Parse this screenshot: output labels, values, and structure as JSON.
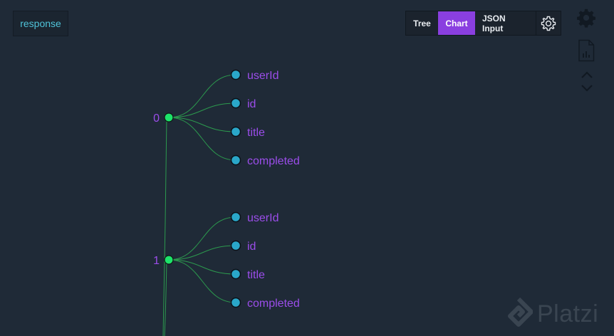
{
  "response_tag": {
    "label": "response"
  },
  "view_toggle": {
    "tree_label": "Tree",
    "chart_label": "Chart",
    "json_label": "JSON Input",
    "active": "Chart"
  },
  "side_icons": [
    "gear-icon",
    "document-chart-icon",
    "chevron-up-icon",
    "chevron-down-icon"
  ],
  "colors": {
    "background": "#1f2a37",
    "accent": "#8a3fe0",
    "root_node": "#1de36a",
    "leaf_node": "#2aa7c9",
    "label": "#9b4dea",
    "link": "#2c9a4e",
    "response_text": "#4fc3d9"
  },
  "tree": {
    "items": [
      {
        "index": "0",
        "keys": [
          "userId",
          "id",
          "title",
          "completed"
        ]
      },
      {
        "index": "1",
        "keys": [
          "userId",
          "id",
          "title",
          "completed"
        ]
      }
    ]
  },
  "watermark": {
    "text": "Platzi"
  }
}
